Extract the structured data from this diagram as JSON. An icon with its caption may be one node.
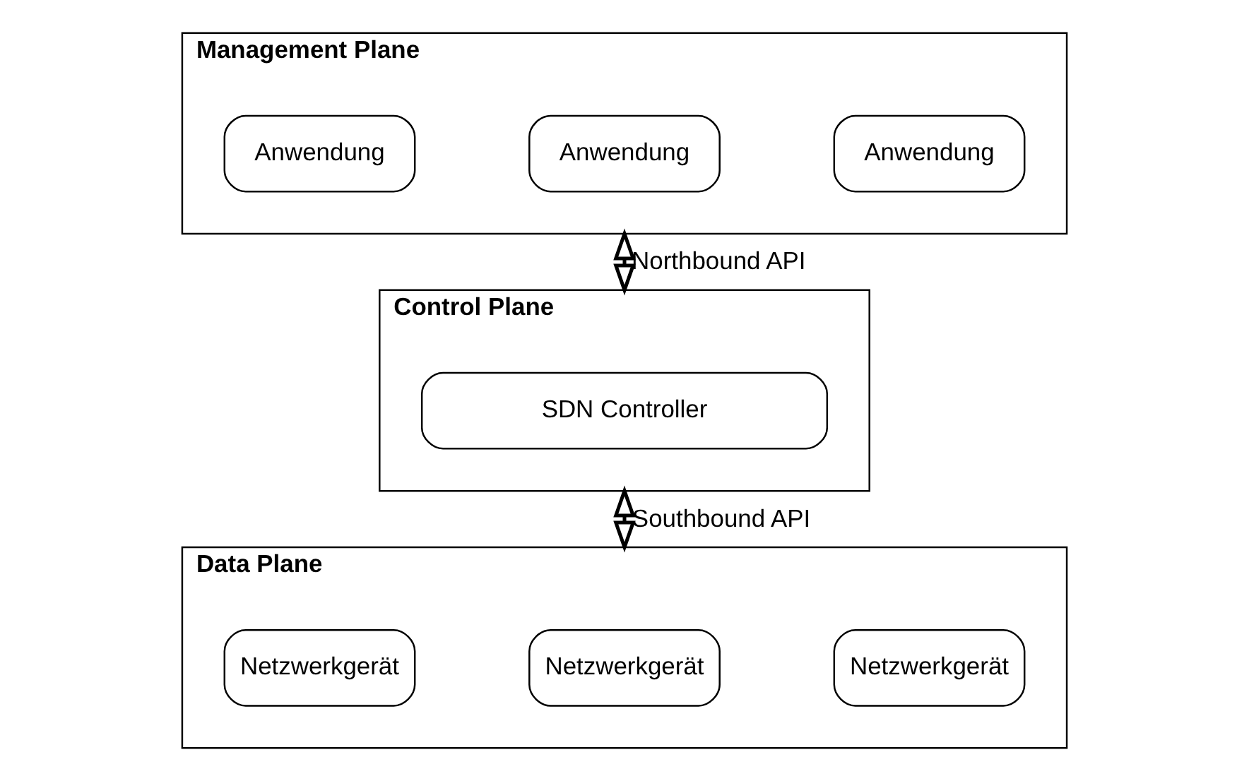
{
  "diagram": {
    "nodes": [
      {
        "text": [
          "Management Plane"
        ]
      },
      {
        "text": [
          "Anwendung"
        ],
        "in": 0
      },
      {
        "text": [
          "Anwendung"
        ],
        "in": 0
      },
      {
        "text": [
          "Anwendung"
        ],
        "in": 0
      },
      {
        "text": [
          "Control Plane"
        ]
      },
      {
        "text": [
          "SDN Controller"
        ],
        "in": 4
      },
      {
        "text": [
          "Data Plane"
        ]
      },
      {
        "text": [
          "Netzwerkgerät"
        ],
        "in": 6
      },
      {
        "text": [
          "Netzwerkgerät"
        ],
        "in": 6
      },
      {
        "text": [
          "Netzwerkgerät"
        ],
        "in": 6
      }
    ],
    "edges": [
      {
        "from": 0,
        "to": 4,
        "arrow": "both",
        "label": "Northbound API"
      },
      {
        "from": 4,
        "to": 6,
        "arrow": "both",
        "label": "Southbound API"
      }
    ]
  }
}
